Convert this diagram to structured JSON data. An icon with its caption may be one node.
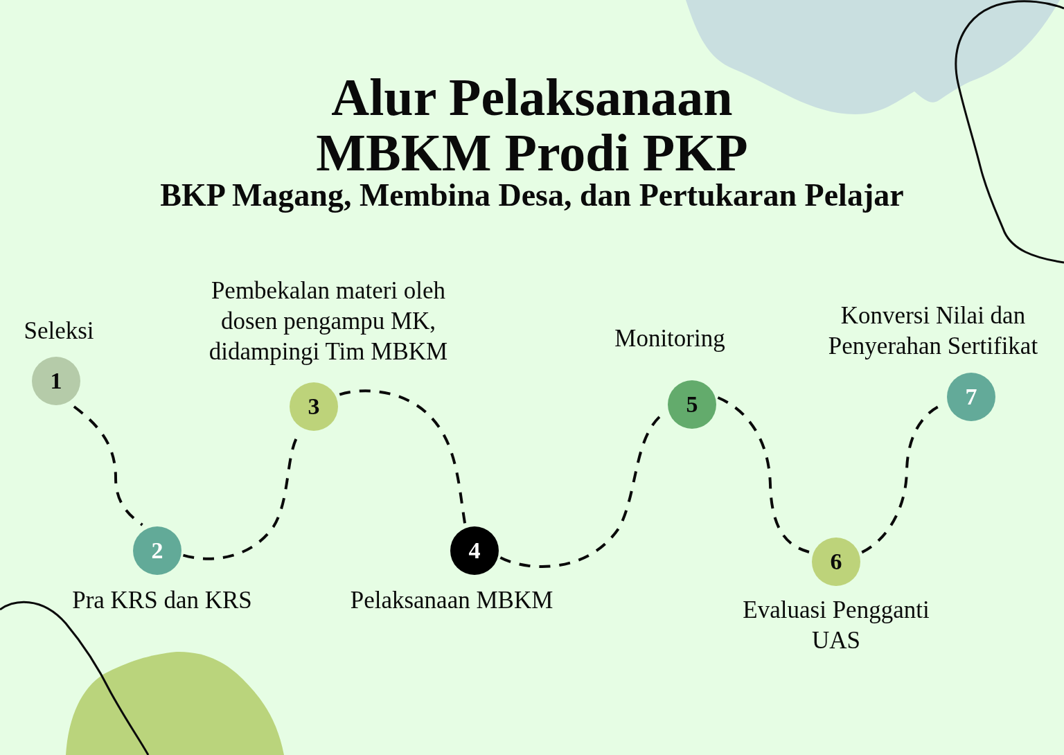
{
  "diagram": {
    "title": "Alur Pelaksanaan MBKM Prodi PKP",
    "nodes": [
      {
        "text": [
          "1"
        ],
        "beside": [
          "Seleksi"
        ]
      },
      {
        "text": [
          "2"
        ],
        "beside": [
          "Pra KRS dan KRS"
        ]
      },
      {
        "text": [
          "3"
        ],
        "beside": [
          "Pembekalan materi oleh dosen pengampu MK, didampingi Tim MBKM"
        ]
      },
      {
        "text": [
          "4"
        ],
        "beside": [
          "Pelaksanaan MBKM"
        ]
      },
      {
        "text": [
          "5"
        ],
        "beside": [
          "Monitoring"
        ]
      },
      {
        "text": [
          "6"
        ],
        "beside": [
          "Evaluasi Pengganti UAS"
        ]
      },
      {
        "text": [
          "7"
        ],
        "beside": [
          "Konversi Nilai dan Penyerahan Sertifikat"
        ]
      }
    ],
    "edges": [
      {
        "from": 0,
        "to": 1,
        "arrow": "none",
        "style": "dashed"
      },
      {
        "from": 1,
        "to": 2,
        "arrow": "none",
        "style": "dashed"
      },
      {
        "from": 2,
        "to": 3,
        "arrow": "none",
        "style": "dashed"
      },
      {
        "from": 3,
        "to": 4,
        "arrow": "none",
        "style": "dashed"
      },
      {
        "from": 4,
        "to": 5,
        "arrow": "none",
        "style": "dashed"
      },
      {
        "from": 5,
        "to": 6,
        "arrow": "none",
        "style": "dashed"
      }
    ],
    "labels": [
      "BKP Magang, Membina Desa, dan Pertukaran Pelajar"
    ]
  }
}
